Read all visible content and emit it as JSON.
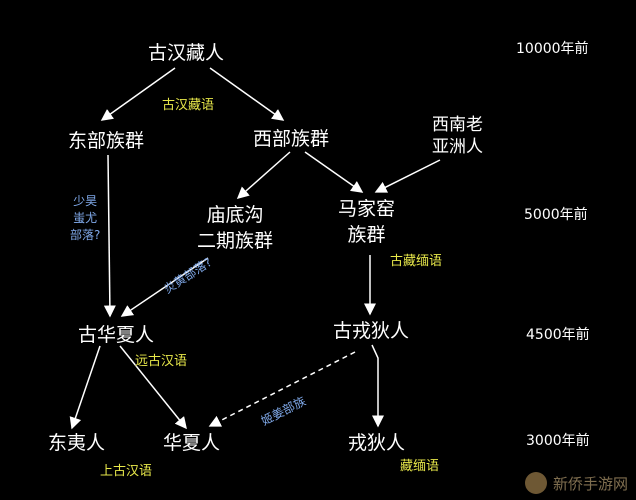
{
  "nodes": {
    "ancient_sino_tibetan": "古汉藏人",
    "eastern_group": "东部族群",
    "western_group": "西部族群",
    "sw_asia_line1": "西南老",
    "sw_asia_line2": "亚洲人",
    "miaodigou_line1": "庙底沟",
    "miaodigou_line2": "二期族群",
    "majiayao_line1": "马家窑",
    "majiayao_line2": "族群",
    "ancient_huaxia": "古华夏人",
    "ancient_rongdi": "古戎狄人",
    "dongyi": "东夷人",
    "huaxia": "华夏人",
    "rongdi": "戎狄人"
  },
  "languages": {
    "sino_tibetan": "古汉藏语",
    "tibeto_burman": "古藏缅语",
    "remote_chinese": "远古汉语",
    "upper_chinese": "上古汉语",
    "burmese_tibetan": "藏缅语"
  },
  "uncertain": {
    "shaohao_1": "少昊",
    "shaohao_2": "蚩尤",
    "shaohao_3": "部落?",
    "yanhuang": "炎黄部落?",
    "jijiang": "姬姜部族"
  },
  "eras": {
    "e10000": "10000年前",
    "e5000": "5000年前",
    "e4500": "4500年前",
    "e3000": "3000年前"
  },
  "watermark": "新侨手游网",
  "colors": {
    "background": "#000000",
    "language_label": "#e8e84a",
    "uncertain_label": "#7fa8e8",
    "text": "#ffffff"
  }
}
